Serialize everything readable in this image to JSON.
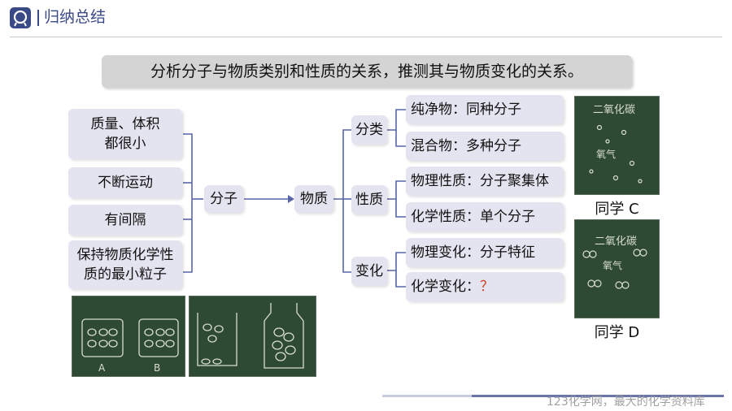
{
  "header": {
    "title": "归纳总结",
    "logo_icon": "atom-logo-icon"
  },
  "banner": "分析分子与物质类别和性质的关系，推测其与物质变化的关系。",
  "left_props": [
    "质量、体积都很小",
    "不断运动",
    "有间隔",
    "保持物质化学性质的最小粒子"
  ],
  "left_lines": {
    "prop1": [
      "质量、体积",
      "都很小"
    ],
    "prop4": [
      "保持物质化学性",
      "质的最小粒子"
    ]
  },
  "hub": {
    "molecule": "分子",
    "substance": "物质"
  },
  "categories": [
    "分类",
    "性质",
    "变化"
  ],
  "details": {
    "pure": "纯净物：同种分子",
    "mixture": "混合物：多种分子",
    "physical_property": "物理性质：分子聚集体",
    "chemical_property": "化学性质：单个分子",
    "physical_change": "物理变化：分子特征",
    "chemical_change_label": "化学变化：",
    "chemical_change_mark": "？"
  },
  "photos": {
    "c_label": "同学 C",
    "d_label": "同学 D",
    "chalk_c_top": "二氧化碳",
    "chalk_c_mid": "氧气",
    "chalk_d_top": "二氧化碳",
    "chalk_d_mid": "氧气",
    "chalk_a": "A",
    "chalk_b": "B"
  },
  "footer": "123化学网，最大的化学资料库",
  "colors": {
    "accent": "#3a4a86",
    "box": "#e4e4f0",
    "banner": "#d4d4d4",
    "question": "#d04020",
    "board": "#2f4a34"
  }
}
